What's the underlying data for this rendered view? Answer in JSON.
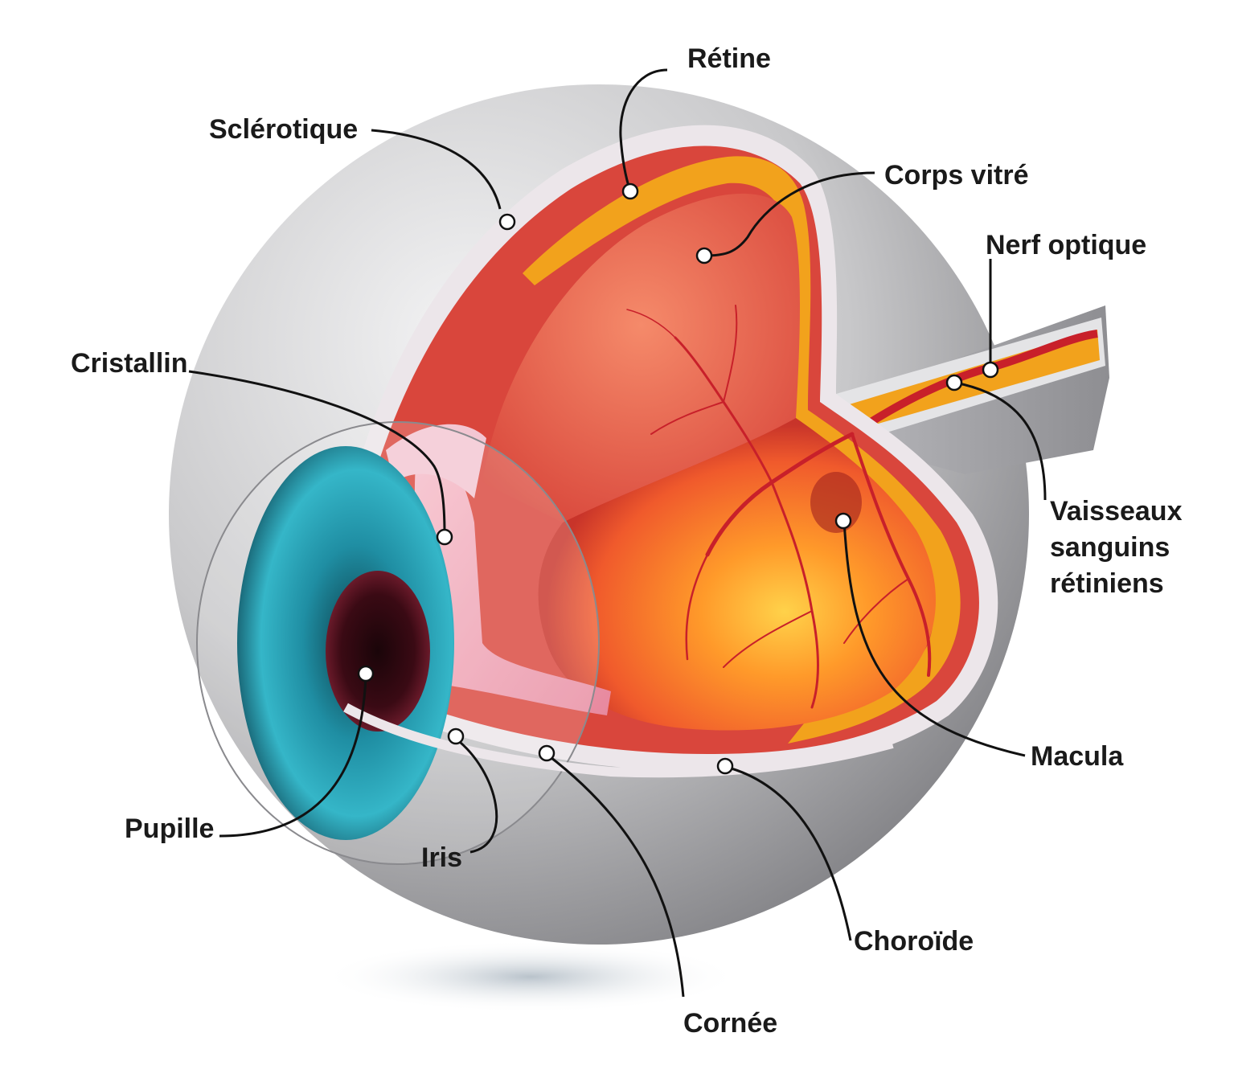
{
  "labels": {
    "retine": "Rétine",
    "sclerotique": "Sclérotique",
    "corps_vitre": "Corps vitré",
    "nerf_optique": "Nerf optique",
    "cristallin": "Cristallin",
    "vaisseaux_1": "Vaisseaux",
    "vaisseaux_2": "sanguins",
    "vaisseaux_3": "rétiniens",
    "macula": "Macula",
    "pupille": "Pupille",
    "choroide": "Choroïde",
    "iris": "Iris",
    "cornee": "Cornée"
  },
  "colors": {
    "sclera": "#c9c9cb",
    "retina_layer": "#f2a21c",
    "choroid_layer": "#d8403a",
    "vitreous": "#f05a30",
    "iris": "#2a9bb0",
    "lens": "#f0a0b4"
  }
}
